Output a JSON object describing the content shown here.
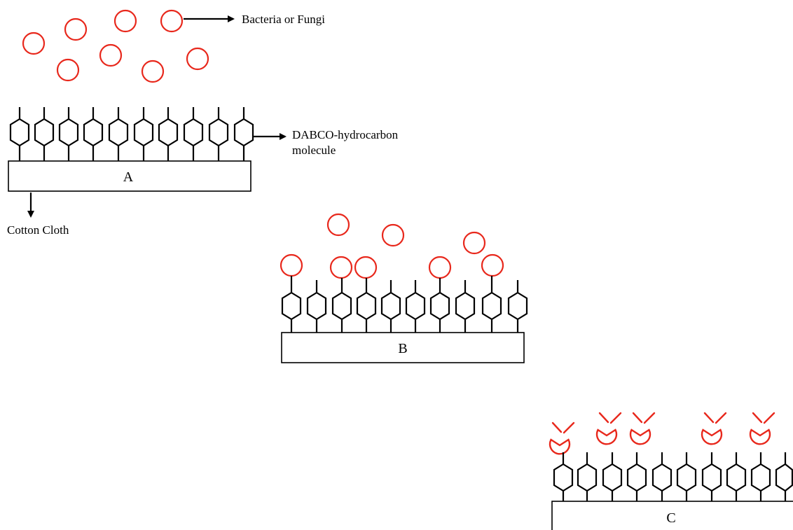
{
  "labels": {
    "microbe": "Bacteria or Fungi",
    "molecule_line1": "DABCO-hydrocarbon",
    "molecule_line2": "molecule",
    "cloth": "Cotton Cloth"
  },
  "stages": [
    {
      "id": "A",
      "label": "A",
      "molecules": 10
    },
    {
      "id": "B",
      "label": "B",
      "molecules": 10
    },
    {
      "id": "C",
      "label": "C",
      "molecules": 10
    }
  ],
  "colors": {
    "microbe": "#e8281c",
    "structure": "#000000",
    "background": "#ffffff"
  }
}
